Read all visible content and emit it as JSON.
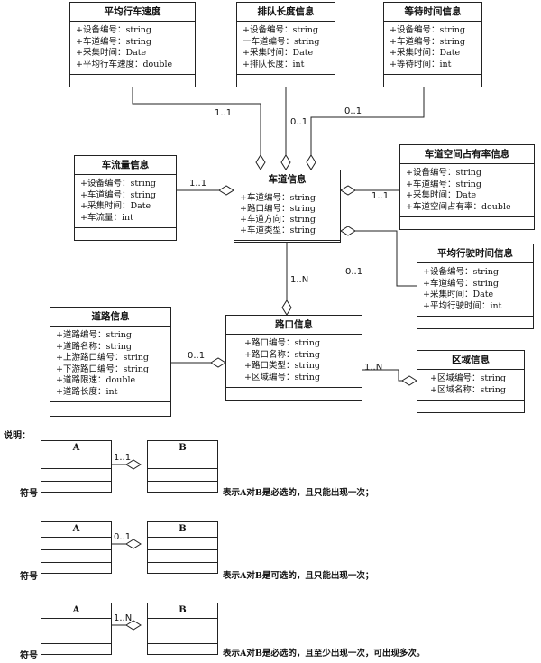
{
  "classes": {
    "avg_speed": {
      "title": "平均行车速度",
      "attrs": [
        "+设备编号：string",
        "+车道编号：string",
        "+采集时间：Date",
        "+平均行车速度：double"
      ]
    },
    "queue_length": {
      "title": "排队长度信息",
      "attrs": [
        "+设备编号：string",
        "一车道编号：string",
        "+采集时间：Date",
        "+排队长度：int"
      ]
    },
    "wait_time": {
      "title": "等待时间信息",
      "attrs": [
        "+设备编号：string",
        "+车道编号：string",
        "+采集时间：Date",
        "+等待时间：int"
      ]
    },
    "traffic_flow": {
      "title": "车流量信息",
      "attrs": [
        "+设备编号：string",
        "+车道编号：string",
        "+采集时间：Date",
        "+车流量：int"
      ]
    },
    "lane": {
      "title": "车道信息",
      "attrs": [
        "+车道编号：string",
        "+路口编号：string",
        "+车道方向：string",
        "+车道类型：string"
      ]
    },
    "occupancy": {
      "title": "车道空间占有率信息",
      "attrs": [
        "+设备编号：string",
        "+车道编号：string",
        "+采集时间：Date",
        "+车道空间占有率：double"
      ]
    },
    "travel_time": {
      "title": "平均行驶时间信息",
      "attrs": [
        "+设备编号：string",
        "+车道编号：string",
        "+采集时间：Date",
        "+平均行驶时间：int"
      ]
    },
    "road": {
      "title": "道路信息",
      "attrs": [
        "+道路编号：string",
        "+道路名称：string",
        "+上游路口编号：string",
        "+下游路口编号：string",
        "+道路限速：double",
        "+道路长度：int"
      ]
    },
    "intersection": {
      "title": "路口信息",
      "attrs": [
        "+路口编号：string",
        "+路口名称：string",
        "+路口类型：string",
        "+区域编号：string"
      ]
    },
    "region": {
      "title": "区域信息",
      "attrs": [
        "+区域编号：string",
        "+区域名称：string"
      ]
    }
  },
  "multiplicities": {
    "avg_speed_lane": "1..1",
    "queue_lane": "0..1",
    "wait_lane": "0..1",
    "flow_lane": "1..1",
    "occupancy_lane": "1..1",
    "travel_lane": "0..1",
    "lane_intersection": "1..N",
    "road_intersection": "0..1",
    "region_intersection": "1..N"
  },
  "legend": {
    "heading": "说明：",
    "symbol_label": "符号",
    "items": [
      {
        "a": "A",
        "b": "B",
        "mult": "1..1",
        "desc": "表示A对B是必选的，且只能出现一次；"
      },
      {
        "a": "A",
        "b": "B",
        "mult": "0..1",
        "desc": "表示A对B是可选的，且只能出现一次；"
      },
      {
        "a": "A",
        "b": "B",
        "mult": "1..N",
        "desc": "表示A对B是必选的，且至少出现一次，可出现多次。"
      }
    ]
  }
}
